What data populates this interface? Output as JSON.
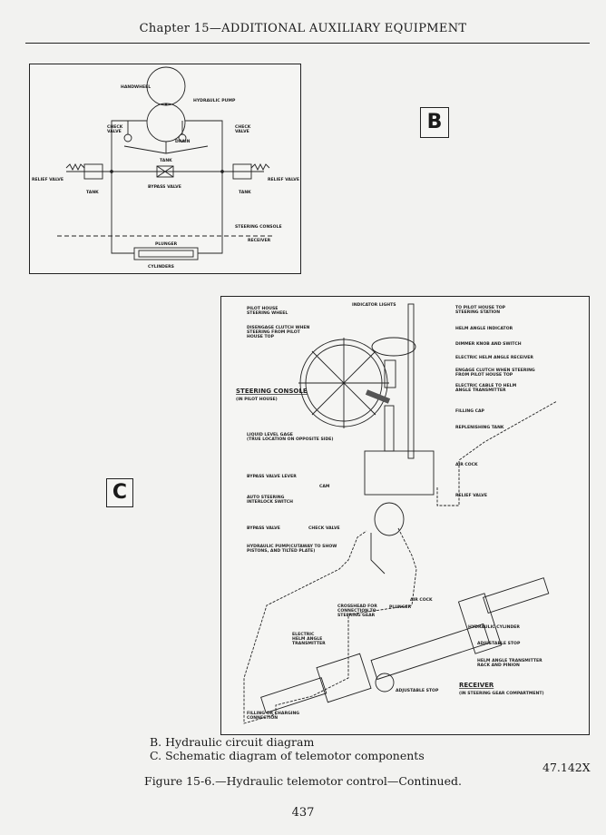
{
  "header": {
    "title": "Chapter 15—ADDITIONAL AUXILIARY EQUIPMENT"
  },
  "diagram_b": {
    "letter": "B",
    "labels": {
      "handwheel": "HANDWHEEL",
      "pump": "HYDRAULIC PUMP",
      "check_left": [
        "CHECK",
        "VALVE"
      ],
      "check_right": [
        "CHECK",
        "VALVE"
      ],
      "drain": "DRAIN",
      "tank_center": "TANK",
      "relief_left": "RELIEF VALVE",
      "relief_right": "RELIEF VALVE",
      "bypass": "BYPASS VALVE",
      "tank_left": "TANK",
      "tank_right": "TANK",
      "console": "STEERING CONSOLE",
      "receiver": "RECEIVER",
      "plunger": "PLUNGER",
      "cylinders": "CYLINDERS"
    }
  },
  "diagram_c": {
    "letter": "C",
    "labels": {
      "wheel": [
        "PILOT HOUSE",
        "STEERING WHEEL"
      ],
      "disengage": [
        "DISENGAGE CLUTCH WHEN",
        "STEERING FROM PILOT",
        "HOUSE TOP"
      ],
      "indicator_lights": "INDICATOR LIGHTS",
      "to_top": [
        "TO PILOT HOUSE TOP",
        "STEERING STATION"
      ],
      "helm_indicator": "HELM ANGLE INDICATOR",
      "dimmer": "DIMMER KNOB AND SWITCH",
      "helm_receiver": "ELECTRIC HELM ANGLE RECEIVER",
      "engage": [
        "ENGAGE CLUTCH WHEN STEERING",
        "FROM PILOT HOUSE TOP"
      ],
      "cable": [
        "ELECTRIC CABLE TO HELM",
        "ANGLE TRANSMITTER"
      ],
      "console": "STEERING CONSOLE",
      "console_sub": "(IN PILOT HOUSE)",
      "filling_cap": "FILLING CAP",
      "replenishing": "REPLENISHING TANK",
      "gage": [
        "LIQUID LEVEL GAGE",
        "(TRUE LOCATION ON OPPOSITE SIDE)"
      ],
      "air_cock_top": "AIR COCK",
      "bypass_lever": "BYPASS VALVE LEVER",
      "cam": "CAM",
      "relief": "RELIEF VALVE",
      "interlock": [
        "AUTO STEERING",
        "INTERLOCK SWITCH"
      ],
      "bypass_valve": "BYPASS VALVE",
      "check_valve": "CHECK VALVE",
      "pump": [
        "HYDRAULIC PUMP(CUTAWAY TO SHOW",
        "PISTONS, AND TILTED PLATE)"
      ],
      "air_cock_bottom": "AIR COCK",
      "crosshead": [
        "CROSSHEAD FOR",
        "CONNECTION TO",
        "STEERING GEAR"
      ],
      "plunger": "PLUNGER",
      "cylinder": "HYDRAULIC CYLINDER",
      "transmitter": [
        "ELECTRIC",
        "HELM ANGLE",
        "TRANSMITTER"
      ],
      "adj_stop_right": "ADJUSTABLE STOP",
      "rack": [
        "HELM ANGLE TRANSMITTER",
        "RACK AND PINION"
      ],
      "adj_stop_bottom": "ADJUSTABLE STOP",
      "receiver": "RECEIVER",
      "receiver_sub": "(IN STEERING GEAR COMPARTMENT)",
      "filling": [
        "FILLING OR CHARGING",
        "CONNECTION"
      ]
    }
  },
  "captions": {
    "b": "B.  Hydraulic circuit diagram",
    "c": "C.  Schematic diagram of telemotor components",
    "code": "47.142X",
    "figure": "Figure 15-6.—Hydraulic telemotor control—Continued."
  },
  "page_number": "437"
}
